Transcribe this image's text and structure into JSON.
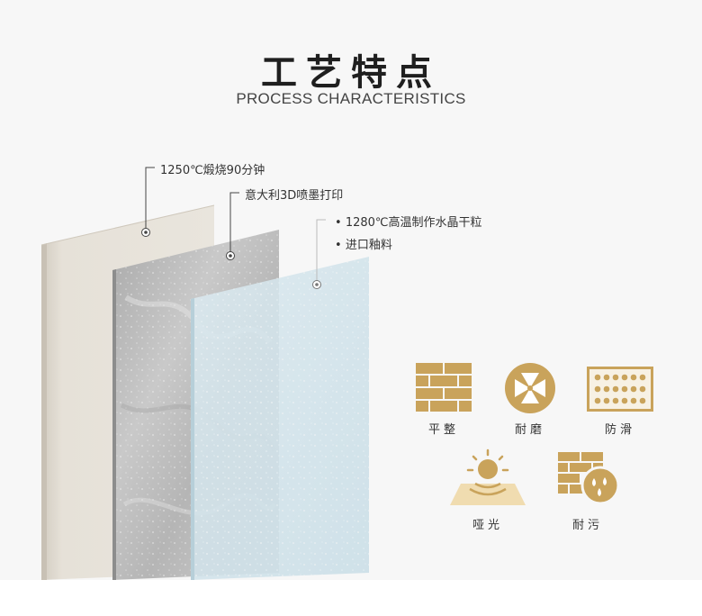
{
  "header": {
    "title": "工艺特点",
    "subtitle": "PROCESS CHARACTERISTICS"
  },
  "callouts": {
    "base": "1250℃煅烧90分钟",
    "print": "意大利3D喷墨打印",
    "glaze_items": [
      "1280℃高温制作水晶干粒",
      "进口釉料"
    ]
  },
  "features": [
    {
      "label": "平整",
      "icon": "brick-wall-icon"
    },
    {
      "label": "耐磨",
      "icon": "fan-circle-icon"
    },
    {
      "label": "防滑",
      "icon": "dotted-grid-icon"
    },
    {
      "label": "哑光",
      "icon": "sun-surface-icon"
    },
    {
      "label": "耐污",
      "icon": "wall-droplets-icon"
    }
  ],
  "colors": {
    "gold": "#c9a35b",
    "title": "#1f1f1f",
    "base_layer": "#e2ddd4",
    "glaze_layer": "#cfe2ea"
  }
}
